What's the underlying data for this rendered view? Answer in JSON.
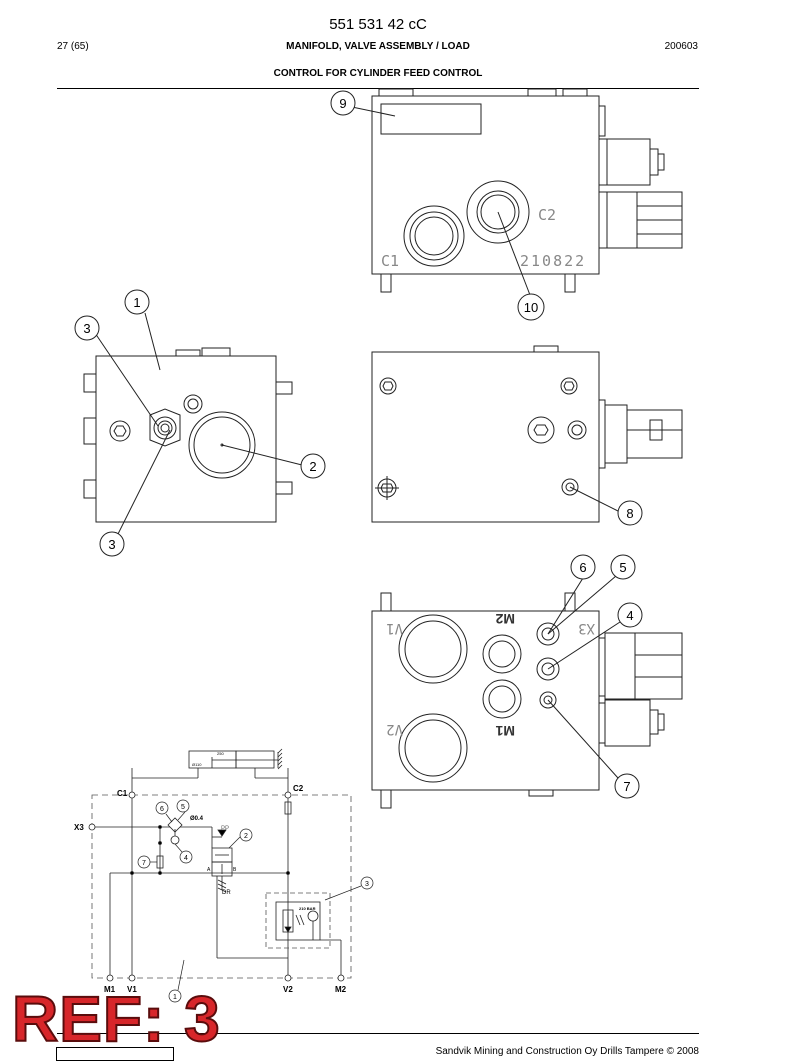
{
  "header": {
    "doc_number": "551 531 42 cC",
    "page": "27 (65)",
    "title": "MANIFOLD, VALVE ASSEMBLY / LOAD",
    "date": "200603",
    "subtitle": "CONTROL FOR CYLINDER FEED CONTROL"
  },
  "views": {
    "top_view": {
      "port_c1": "C1",
      "port_c2": "C2",
      "block_code": "210822"
    },
    "bottom_view": {
      "port_v1": "V1",
      "port_v2": "V2",
      "port_m1": "M1",
      "port_m2": "M2",
      "port_x3": "X3"
    }
  },
  "callouts": {
    "c1": "1",
    "c2": "2",
    "c3": "3",
    "c4": "4",
    "c5": "5",
    "c6": "6",
    "c7": "7",
    "c8": "8",
    "c9": "9",
    "c10": "10"
  },
  "schematic": {
    "c1": "C1",
    "c2": "C2",
    "x3": "X3",
    "m1": "M1",
    "v1": "V1",
    "v2": "V2",
    "m2": "M2",
    "orifice": "Ø0.4",
    "pp": "PP",
    "dr": "DR",
    "a": "A",
    "b": "B",
    "relief": "210 BAR",
    "cyl_bore": "Ø110",
    "cyl_stroke": "250"
  },
  "stamp": {
    "text": "REF: 3",
    "color": "#d7262a"
  },
  "footer": {
    "copyright": "Sandvik Mining and Construction Oy Drills Tampere © 2008"
  }
}
